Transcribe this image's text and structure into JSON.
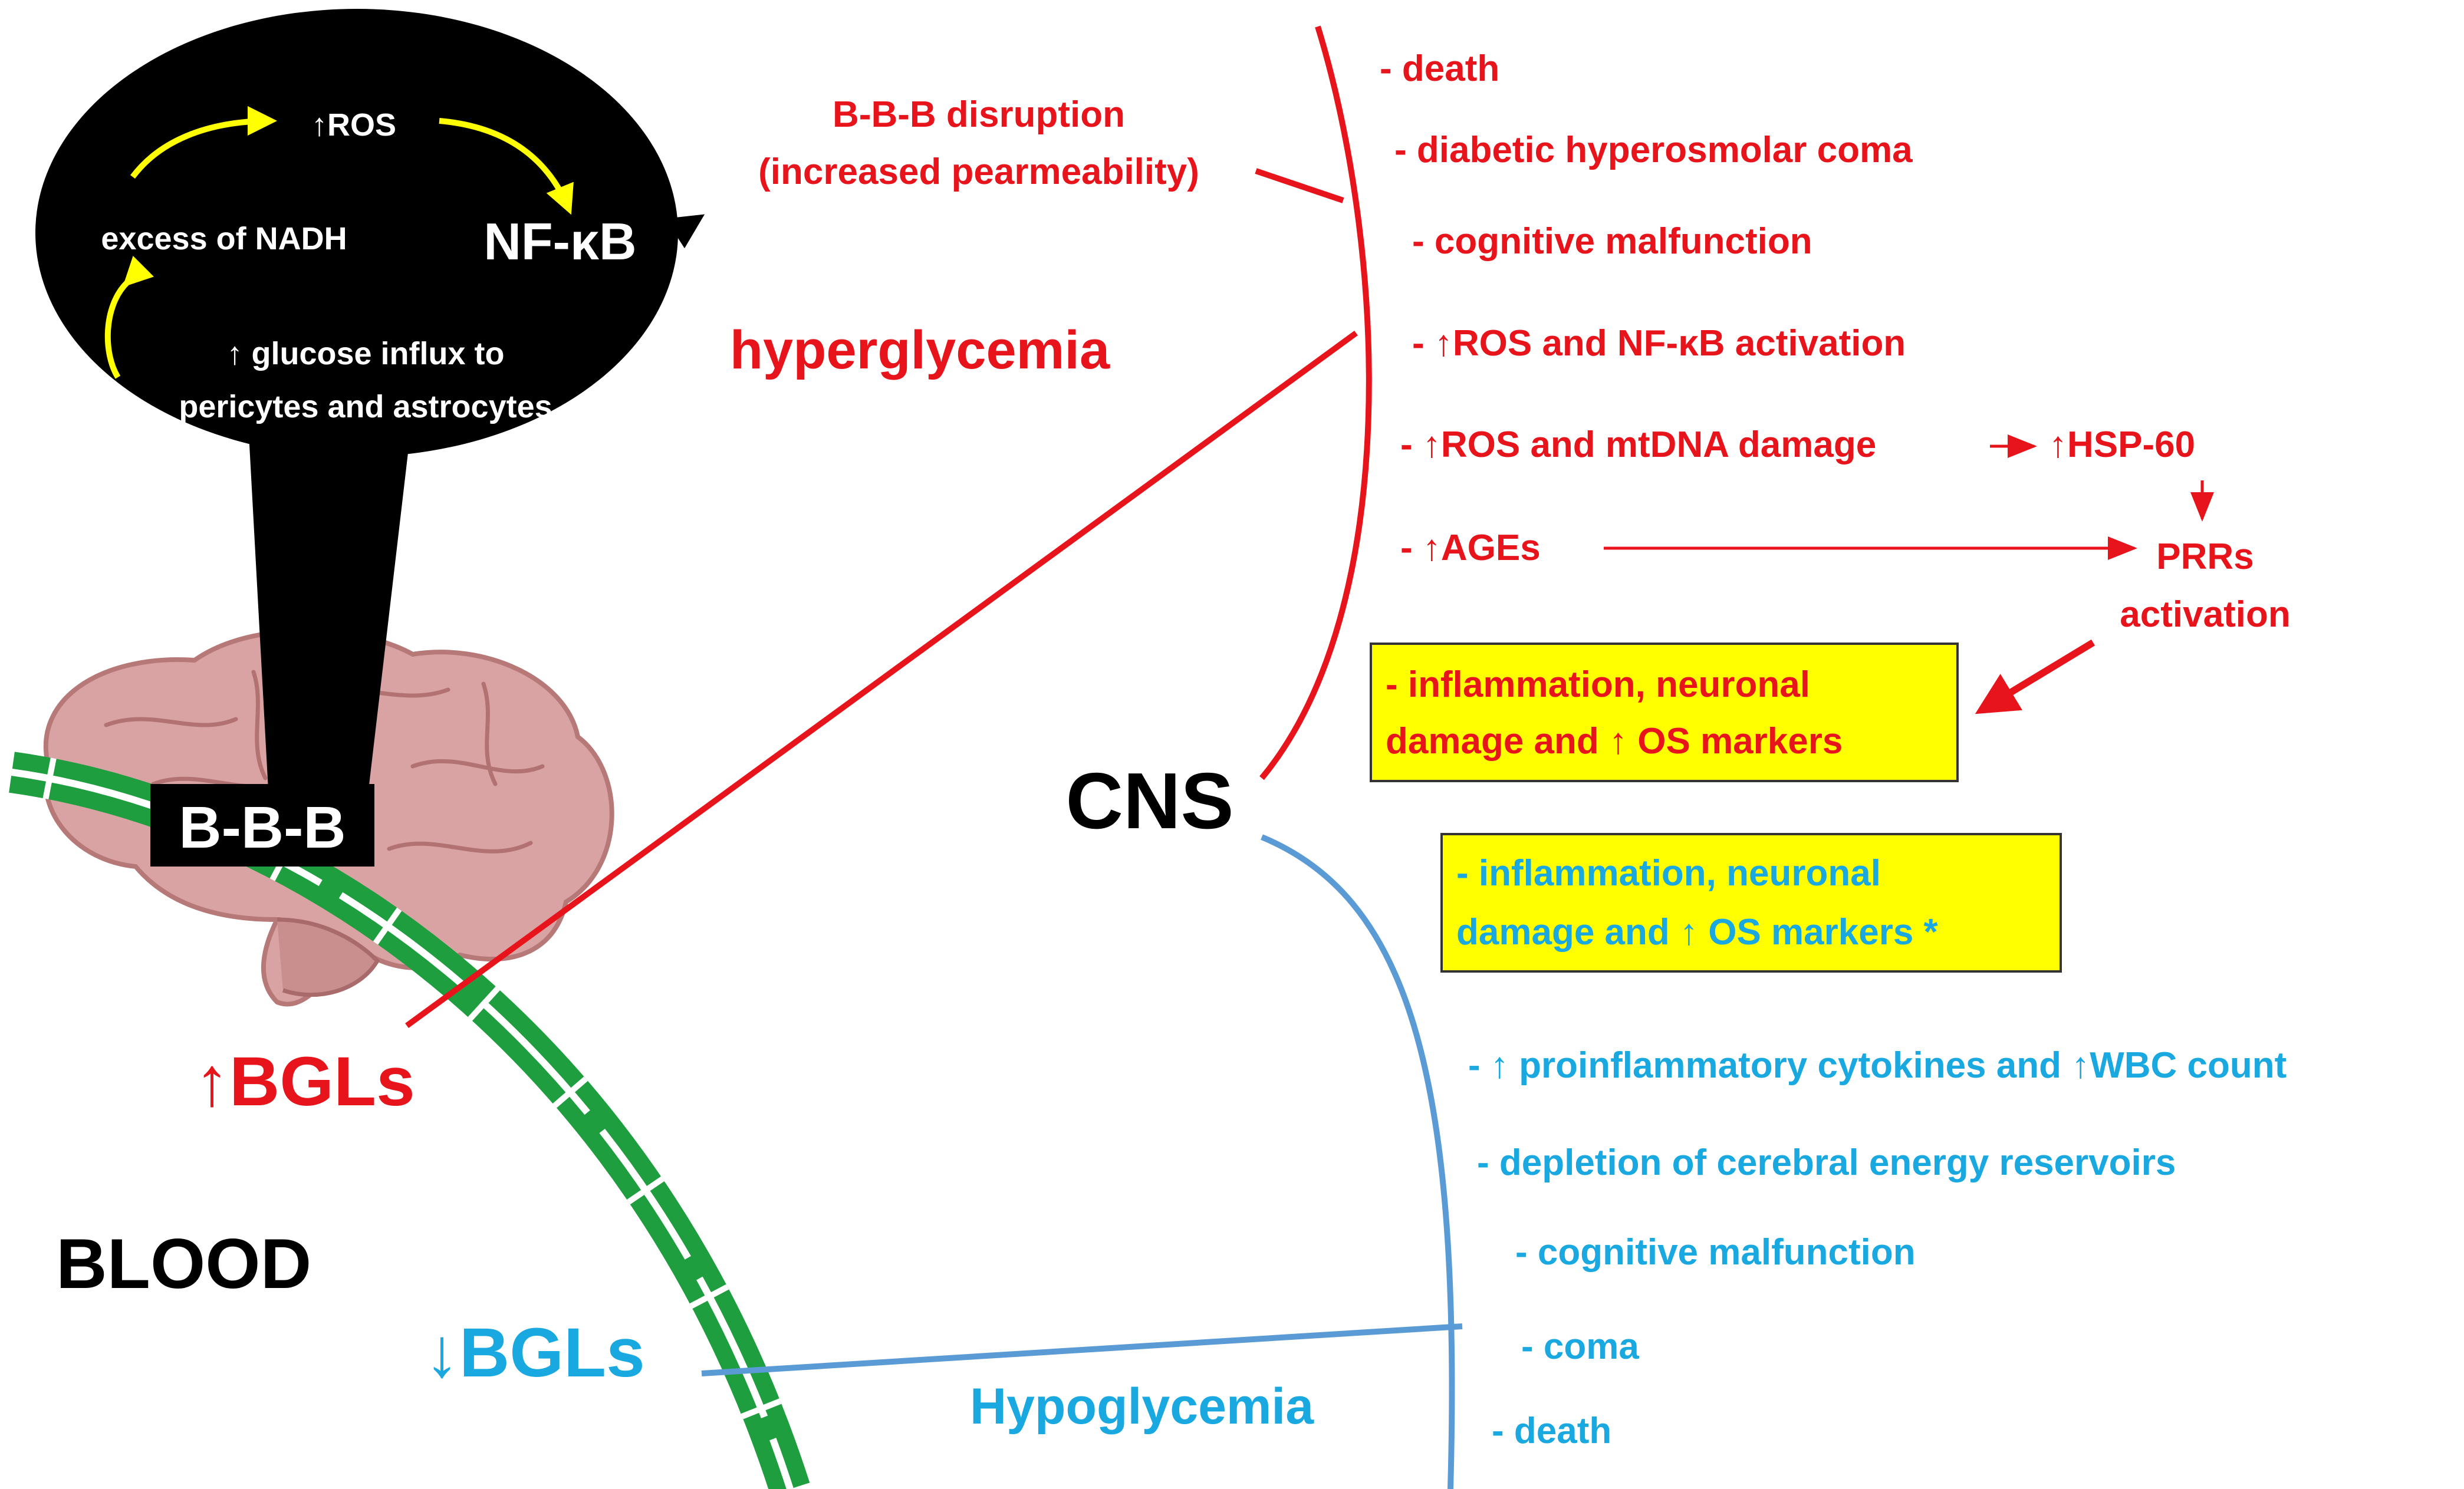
{
  "colors": {
    "red": "#e8141c",
    "blue": "#19a8e0",
    "line_blue": "#5b9bd5",
    "green": "#1e9e3e",
    "yellow_box": "#ffff00",
    "yellow_arrow": "#ffff00",
    "brain": "#d9a3a3"
  },
  "bubble": {
    "ros": "↑ROS",
    "nadh": "excess of NADH",
    "nfkb": "NF-κB",
    "glucose_line1": "↑ glucose influx to",
    "glucose_line2": "pericytes and astrocytes"
  },
  "labels": {
    "bbb": "B-B-B",
    "bbb_disruption_line1": "B-B-B disruption",
    "bbb_disruption_line2": "(increased pearmeability)",
    "hyperglycemia": "hyperglycemia",
    "cns": "CNS",
    "blood": "BLOOD",
    "high_bgls": "↑BGLs",
    "low_bgls": "↓BGLs",
    "hypoglycemia": "Hypoglycemia"
  },
  "hyper_effects": {
    "death": "- death",
    "coma": "- diabetic hyperosmolar coma",
    "cognitive": "- cognitive malfunction",
    "ros_nfkb": "- ↑ROS  and NF-κB activation",
    "ros_mtdna": "- ↑ROS and mtDNA damage",
    "hsp60": "↑HSP-60",
    "ages": "- ↑AGEs",
    "prrs_line1": "PRRs",
    "prrs_line2": "activation"
  },
  "hyper_box": {
    "line1": "- inflammation, neuronal",
    "line2": "damage and ↑ OS markers"
  },
  "hypo_box": {
    "line1": "- inflammation, neuronal",
    "line2": "damage and ↑ OS markers *"
  },
  "hypo_effects": {
    "cytokines": "- ↑ proinflammatory cytokines and ↑WBC count",
    "depletion": "- depletion of cerebral energy reservoirs",
    "cognitive": "- cognitive malfunction",
    "coma": "- coma",
    "death": "- death"
  }
}
